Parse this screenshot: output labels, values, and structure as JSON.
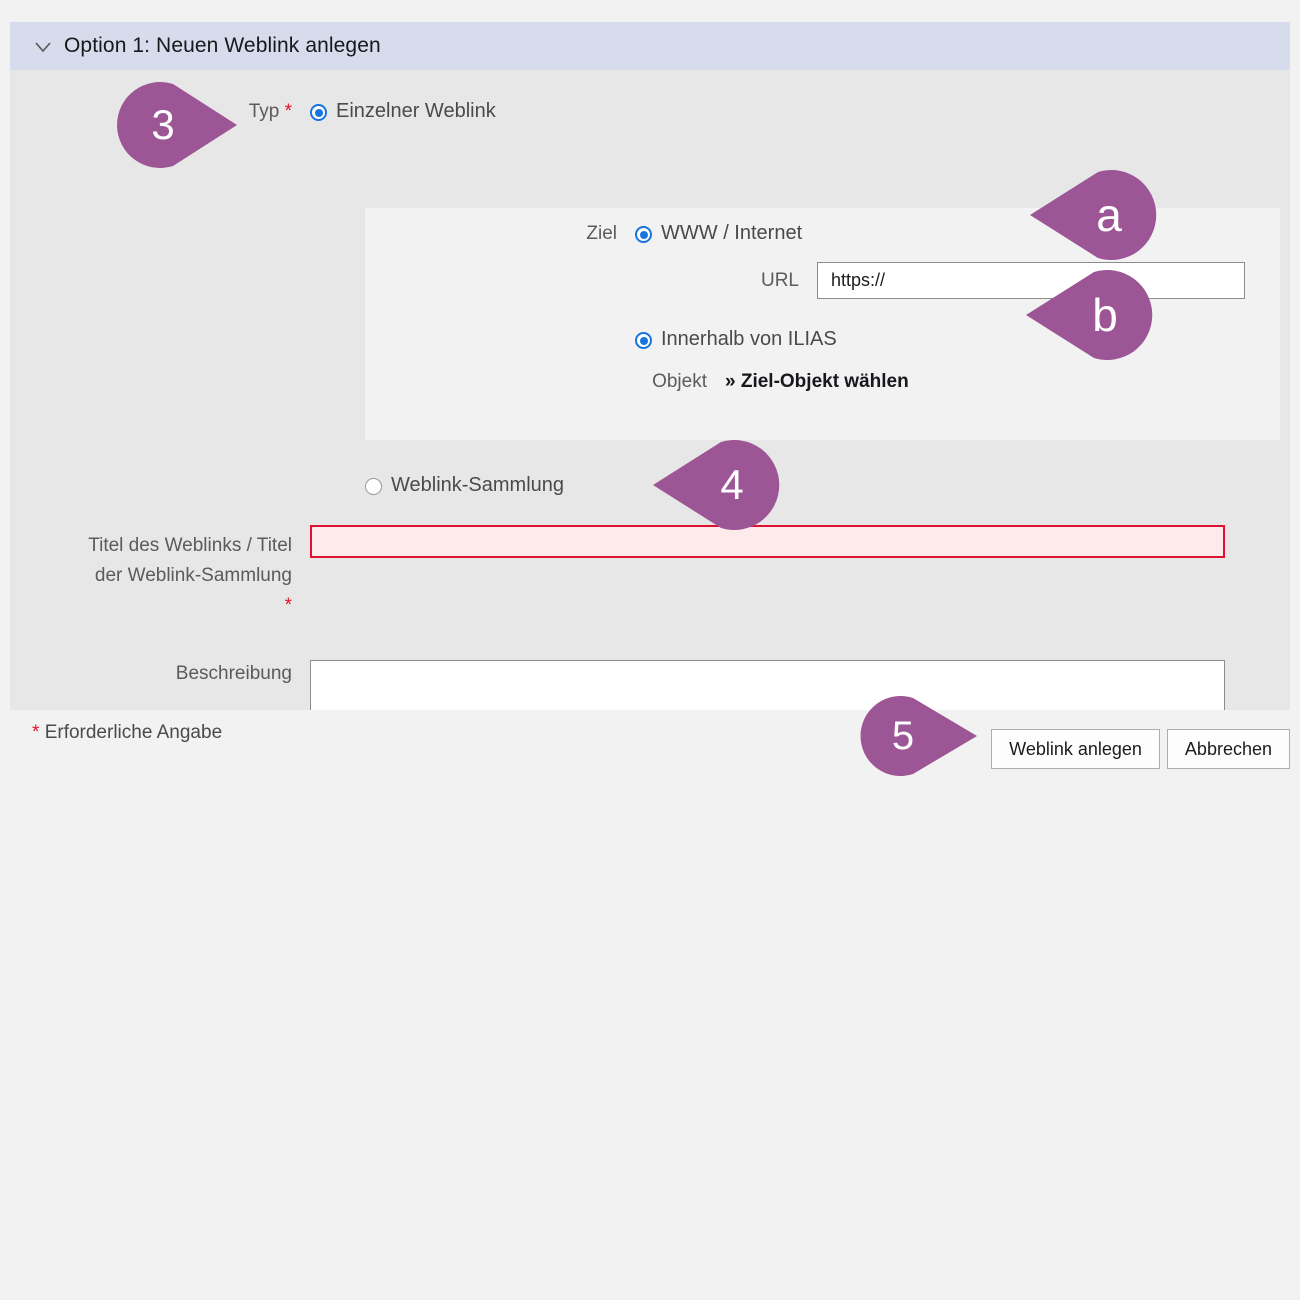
{
  "panel": {
    "title": "Option 1: Neuen Weblink anlegen",
    "collapse_icon": "chevron-down-icon"
  },
  "form": {
    "typ": {
      "label": "Typ",
      "required_marker": "*",
      "options": [
        {
          "label": "Einzelner Weblink",
          "checked": true
        },
        {
          "label": "Weblink-Sammlung",
          "checked": false
        }
      ]
    },
    "ziel": {
      "label": "Ziel",
      "options": [
        {
          "label": "WWW / Internet",
          "checked": true
        },
        {
          "label": "Innerhalb von ILIAS",
          "checked": true
        }
      ]
    },
    "url": {
      "label": "URL",
      "value": "https://"
    },
    "objekt": {
      "label": "Objekt",
      "link_text": "» Ziel-Objekt wählen"
    },
    "titel": {
      "label_line1": "Titel des Weblinks / Titel",
      "label_line2": "der Weblink-Sammlung",
      "required_marker": "*",
      "value": "",
      "state": "error"
    },
    "beschreibung": {
      "label": "Beschreibung",
      "value": ""
    }
  },
  "footer": {
    "required_star": "*",
    "required_note": "Erforderliche Angabe",
    "submit_label": "Weblink anlegen",
    "cancel_label": "Abbrechen"
  },
  "callouts": [
    {
      "id": "3",
      "label": "3",
      "direction": "right"
    },
    {
      "id": "a",
      "label": "a",
      "direction": "left"
    },
    {
      "id": "b",
      "label": "b",
      "direction": "left"
    },
    {
      "id": "4",
      "label": "4",
      "direction": "left"
    },
    {
      "id": "5",
      "label": "5",
      "direction": "right"
    }
  ],
  "colors": {
    "callout_purple": "#9c5595",
    "panel_header_blue": "#d7dcec",
    "form_background": "#e7e7e7",
    "subpanel_background": "#f2f2f2",
    "page_background": "#f2f2f2",
    "radio_blue": "#1675e0",
    "error_red": "#e01030",
    "error_fill": "#fdeaea",
    "required_star_red": "#e8112d"
  }
}
